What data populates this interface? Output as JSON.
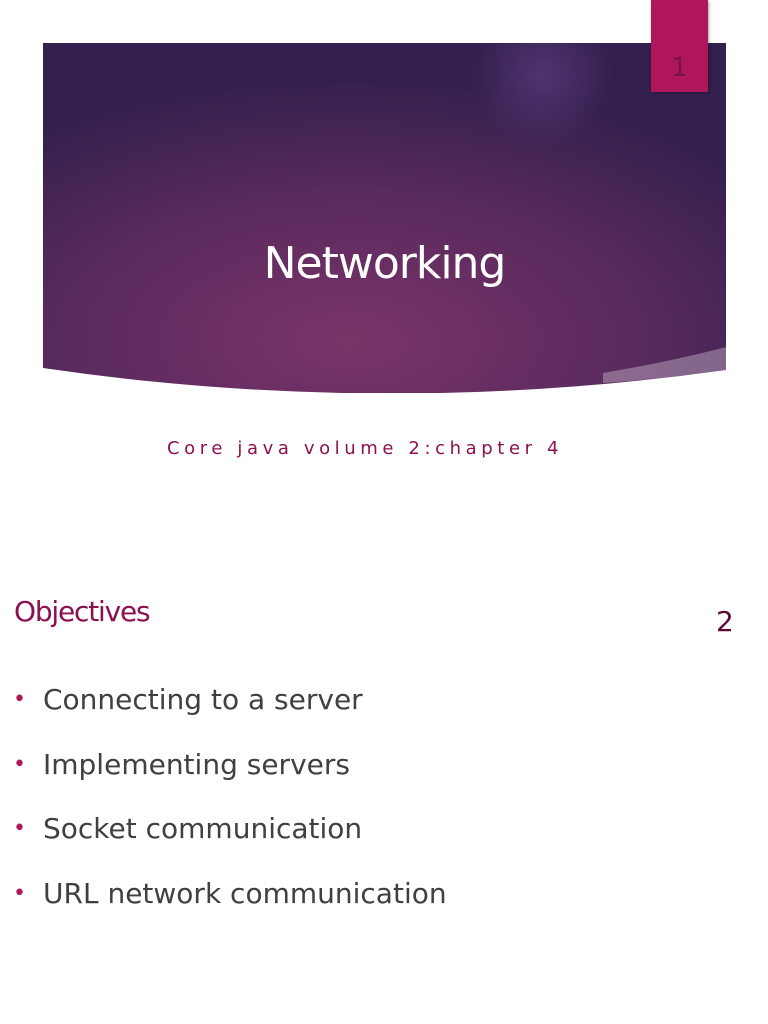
{
  "slide1": {
    "title": "Networking",
    "subtitle": "Core java volume 2:chapter 4",
    "page_number": "1"
  },
  "slide2": {
    "heading": "Objectives",
    "page_number": "2",
    "bullets": [
      "Connecting to a server",
      "Implementing servers",
      "Socket communication",
      "URL network communication"
    ]
  },
  "colors": {
    "accent": "#b0175a",
    "heading": "#8c1150",
    "banner_dark": "#3a2352",
    "banner_mid": "#7a3468",
    "body_text": "#404040"
  }
}
